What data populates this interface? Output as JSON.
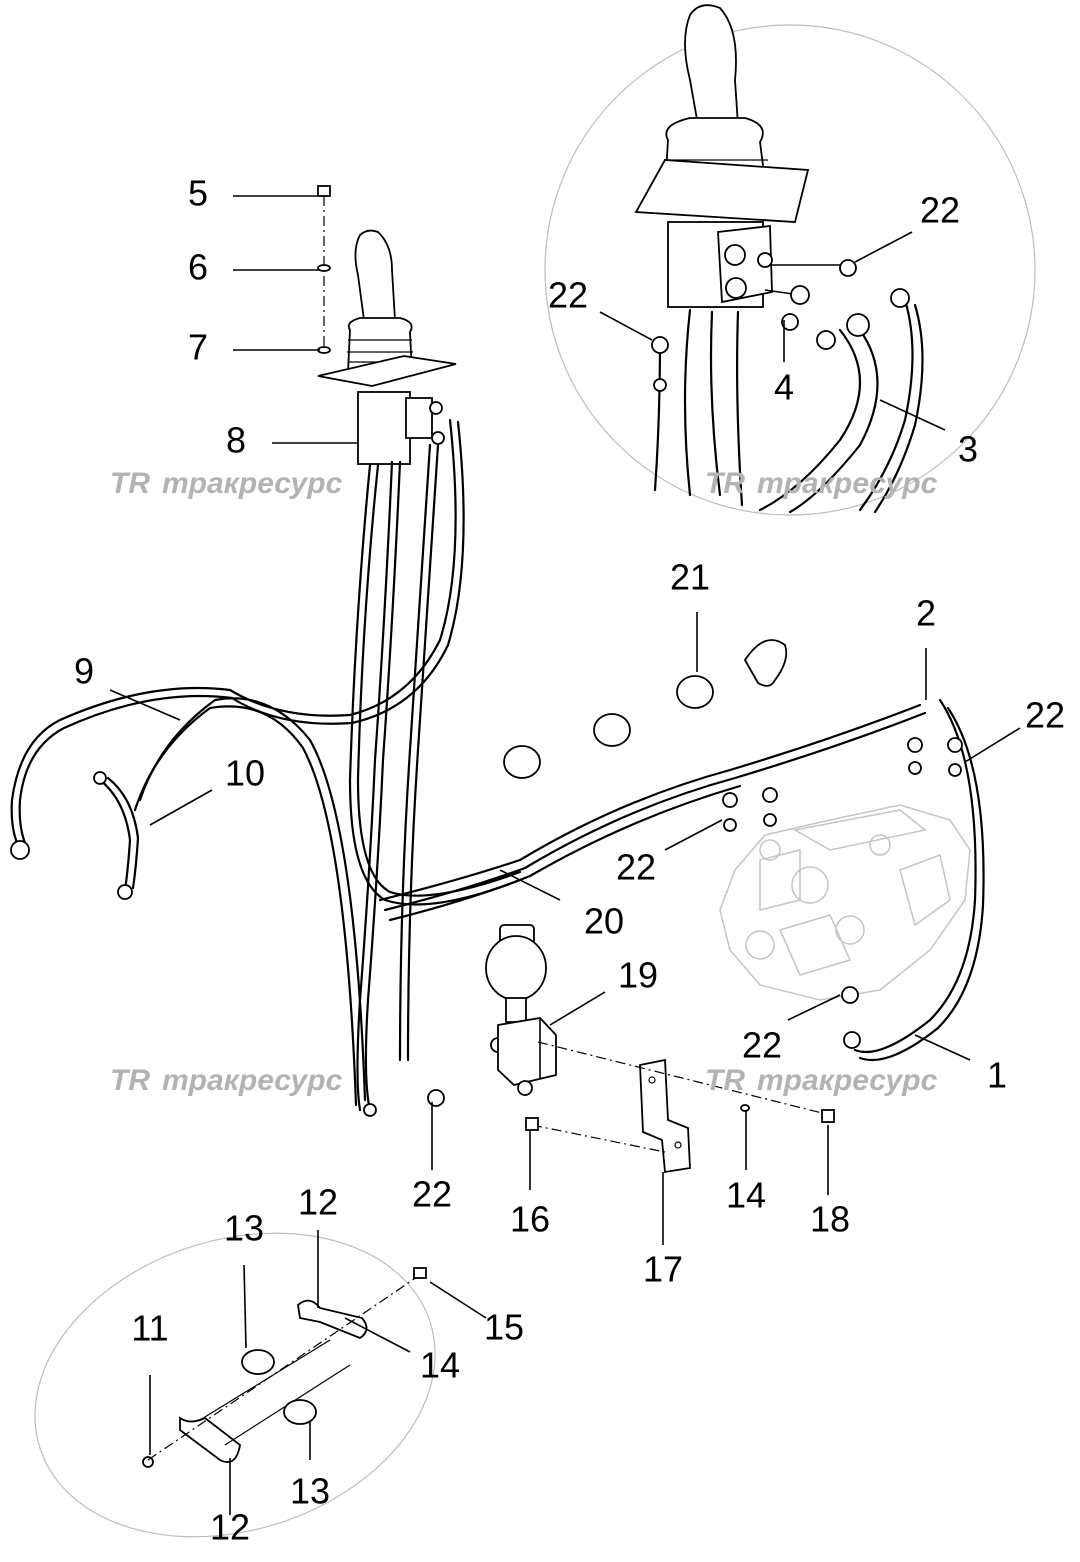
{
  "watermark": {
    "logo": "TR",
    "text": "тракресурс",
    "color": "#b3b3b3"
  },
  "callouts": [
    {
      "id": "c1",
      "label": "1"
    },
    {
      "id": "c2",
      "label": "2"
    },
    {
      "id": "c3",
      "label": "3"
    },
    {
      "id": "c4",
      "label": "4"
    },
    {
      "id": "c5",
      "label": "5"
    },
    {
      "id": "c6",
      "label": "6"
    },
    {
      "id": "c7",
      "label": "7"
    },
    {
      "id": "c8",
      "label": "8"
    },
    {
      "id": "c9",
      "label": "9"
    },
    {
      "id": "c10",
      "label": "10"
    },
    {
      "id": "c11",
      "label": "11"
    },
    {
      "id": "c12a",
      "label": "12"
    },
    {
      "id": "c12b",
      "label": "12"
    },
    {
      "id": "c13a",
      "label": "13"
    },
    {
      "id": "c13b",
      "label": "13"
    },
    {
      "id": "c14a",
      "label": "14"
    },
    {
      "id": "c14b",
      "label": "14"
    },
    {
      "id": "c15",
      "label": "15"
    },
    {
      "id": "c16",
      "label": "16"
    },
    {
      "id": "c17",
      "label": "17"
    },
    {
      "id": "c18",
      "label": "18"
    },
    {
      "id": "c19",
      "label": "19"
    },
    {
      "id": "c20",
      "label": "20"
    },
    {
      "id": "c21",
      "label": "21"
    },
    {
      "id": "c22a",
      "label": "22"
    },
    {
      "id": "c22b",
      "label": "22"
    },
    {
      "id": "c22c",
      "label": "22"
    },
    {
      "id": "c22d",
      "label": "22"
    },
    {
      "id": "c22e",
      "label": "22"
    },
    {
      "id": "c22f",
      "label": "22"
    }
  ]
}
